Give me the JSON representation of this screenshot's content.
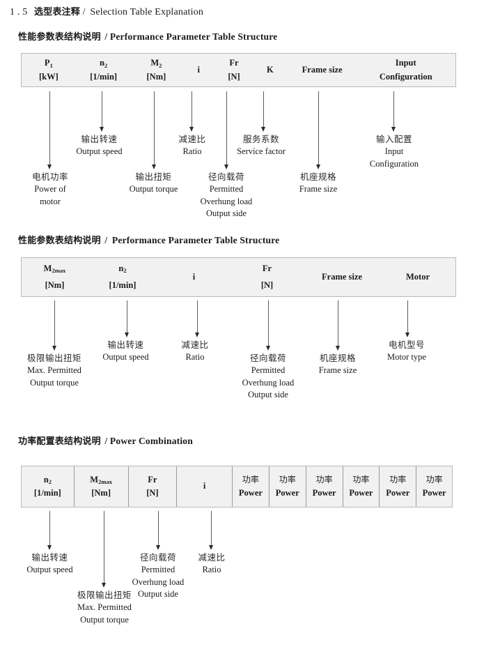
{
  "document": {
    "heading_number": "1 . 5",
    "heading_cn": "选型表注释",
    "heading_sep": "/",
    "heading_en": "Selection Table Explanation"
  },
  "sections": [
    {
      "id": "performance-1",
      "title_cn": "性能参数表结构说明",
      "title_sep": "/",
      "title_en": "Performance Parameter Table Structure",
      "table": {
        "bordered": false,
        "columns": [
          {
            "name": "p1",
            "line1": "P",
            "line1_sub": "1",
            "line2": "[kW]"
          },
          {
            "name": "n2",
            "line1": "n",
            "line1_sub": "2",
            "line2": "[1/min]"
          },
          {
            "name": "m2",
            "line1": "M",
            "line1_sub": "2",
            "line2": "[Nm]"
          },
          {
            "name": "i",
            "line1": "i",
            "line1_sub": "",
            "line2": ""
          },
          {
            "name": "fr",
            "line1": "Fr",
            "line1_sub": "",
            "line2": "[N]"
          },
          {
            "name": "k",
            "line1": "K",
            "line1_sub": "",
            "line2": ""
          },
          {
            "name": "frame",
            "line1": "Frame size",
            "line1_sub": "",
            "line2": ""
          },
          {
            "name": "input",
            "line1": "Input",
            "line1_sub": "",
            "line2": "Configuration"
          }
        ]
      },
      "notes": [
        {
          "name": "power-of-motor",
          "cn": "电机功率",
          "en": [
            "Power of",
            "motor"
          ]
        },
        {
          "name": "output-speed",
          "cn": "输出转速",
          "en": [
            "Output speed"
          ]
        },
        {
          "name": "output-torque",
          "cn": "输出扭矩",
          "en": [
            "Output torque"
          ]
        },
        {
          "name": "ratio",
          "cn": "减速比",
          "en": [
            "Ratio"
          ]
        },
        {
          "name": "overhung-load",
          "cn": "径向载荷",
          "en": [
            "Permitted",
            "Overhung load",
            "Output side"
          ]
        },
        {
          "name": "service-factor",
          "cn": "服务系数",
          "en": [
            "Service factor"
          ]
        },
        {
          "name": "frame-size",
          "cn": "机座规格",
          "en": [
            "Frame size"
          ]
        },
        {
          "name": "input-config",
          "cn": "输入配置",
          "en": [
            "Input",
            "Configuration"
          ]
        }
      ]
    },
    {
      "id": "performance-2",
      "title_cn": "性能参数表结构说明",
      "title_sep": "/",
      "title_en": "Performance Parameter Table Structure",
      "table": {
        "bordered": false,
        "columns": [
          {
            "name": "m2max",
            "line1": "M",
            "line1_sub": "2max",
            "line2": "[Nm]"
          },
          {
            "name": "n2",
            "line1": "n",
            "line1_sub": "2",
            "line2": "[1/min]"
          },
          {
            "name": "i",
            "line1": "i",
            "line1_sub": "",
            "line2": ""
          },
          {
            "name": "fr",
            "line1": "Fr",
            "line1_sub": "",
            "line2": "[N]"
          },
          {
            "name": "frame",
            "line1": "Frame size",
            "line1_sub": "",
            "line2": ""
          },
          {
            "name": "motor",
            "line1": "Motor",
            "line1_sub": "",
            "line2": ""
          }
        ]
      },
      "notes": [
        {
          "name": "max-output-torque",
          "cn": "极限输出扭矩",
          "en": [
            "Max. Permitted",
            "Output  torque"
          ]
        },
        {
          "name": "output-speed",
          "cn": "输出转速",
          "en": [
            "Output speed"
          ]
        },
        {
          "name": "ratio",
          "cn": "减速比",
          "en": [
            "Ratio"
          ]
        },
        {
          "name": "overhung-load",
          "cn": "径向载荷",
          "en": [
            "Permitted",
            "Overhung load",
            "Output side"
          ]
        },
        {
          "name": "frame-size",
          "cn": "机座规格",
          "en": [
            "Frame size"
          ]
        },
        {
          "name": "motor-type",
          "cn": "电机型号",
          "en": [
            "Motor type"
          ]
        }
      ]
    },
    {
      "id": "power-combination",
      "title_cn": "功率配置表结构说明",
      "title_sep": "/",
      "title_en": "Power Combination",
      "table": {
        "bordered": true,
        "columns": [
          {
            "name": "n2",
            "line1": "n",
            "line1_sub": "2",
            "line2": "[1/min]"
          },
          {
            "name": "m2max",
            "line1": "M",
            "line1_sub": "2max",
            "line2": "[Nm]"
          },
          {
            "name": "fr",
            "line1": "Fr",
            "line1_sub": "",
            "line2": "[N]"
          },
          {
            "name": "i",
            "line1": "i",
            "line1_sub": "",
            "line2": ""
          },
          {
            "name": "power-1",
            "line1_cn": "功率",
            "line2": "Power"
          },
          {
            "name": "power-2",
            "line1_cn": "功率",
            "line2": "Power"
          },
          {
            "name": "power-3",
            "line1_cn": "功率",
            "line2": "Power"
          },
          {
            "name": "power-4",
            "line1_cn": "功率",
            "line2": "Power"
          },
          {
            "name": "power-5",
            "line1_cn": "功率",
            "line2": "Power"
          },
          {
            "name": "power-6",
            "line1_cn": "功率",
            "line2": "Power"
          }
        ]
      },
      "notes": [
        {
          "name": "output-speed",
          "cn": "输出转速",
          "en": [
            "Output speed"
          ]
        },
        {
          "name": "max-output-torque",
          "cn": "极限输出扭矩",
          "en": [
            "Max. Permitted",
            "Output  torque"
          ]
        },
        {
          "name": "overhung-load",
          "cn": "径向载荷",
          "en": [
            "Permitted",
            "Overhung load",
            "Output side"
          ]
        },
        {
          "name": "ratio",
          "cn": "减速比",
          "en": [
            "Ratio"
          ]
        }
      ]
    }
  ],
  "colors": {
    "table_fill": "#f1f1f1",
    "table_border": "#b9b9b9",
    "arrow": "#2a2a2a",
    "text": "#1a1a1a"
  }
}
